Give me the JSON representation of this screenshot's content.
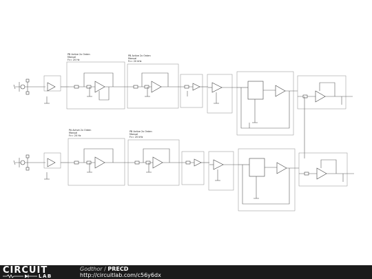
{
  "brand": {
    "logo_top": "CIRCUIT",
    "logo_bottom": "LAB"
  },
  "credit": {
    "author": "Godthor",
    "separator": " / ",
    "title": "PRECD",
    "url": "http://circuitlab.com/c56y6dx"
  },
  "schematic": {
    "block_labels_top": [
      {
        "lines": [
          "PB Active 2x Orden",
          "Manual",
          "Fc= 20 Hz"
        ]
      },
      {
        "lines": [
          "PB Active 2x Orden",
          "Manual",
          "Fc= 20 kHz"
        ]
      }
    ],
    "block_labels_bottom": [
      {
        "lines": [
          "PA Active 2x Orden",
          "Manual",
          "Fc= 20 Hz"
        ]
      },
      {
        "lines": [
          "PB Active 2x Orden",
          "Manual",
          "Fc= 20 kHz"
        ]
      }
    ]
  }
}
